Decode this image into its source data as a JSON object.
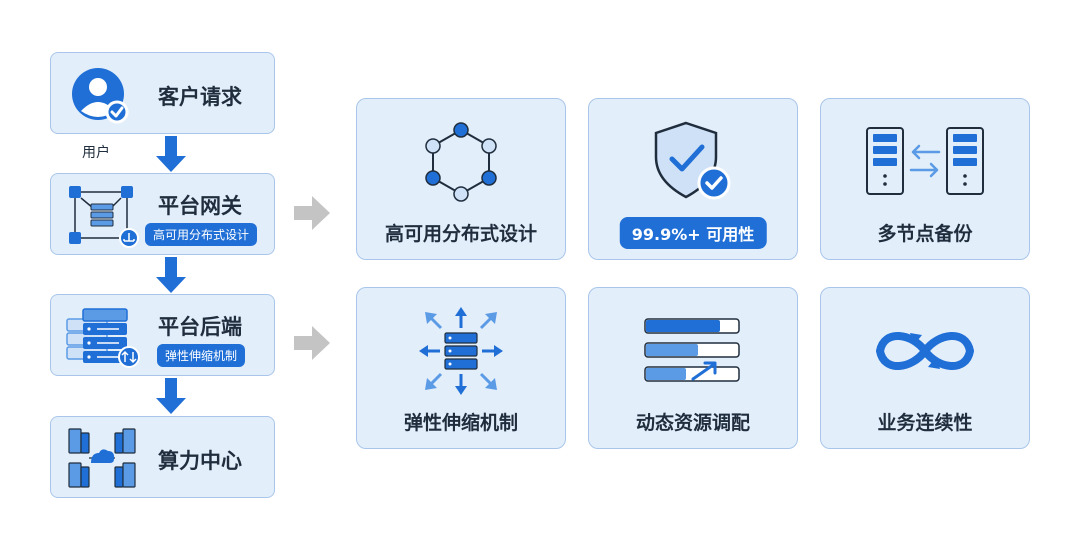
{
  "flow": {
    "request": {
      "title": "客户请求",
      "side_label": "用户"
    },
    "gateway": {
      "title": "平台网关",
      "badge": "高可用分布式设计"
    },
    "backend": {
      "title": "平台后端",
      "badge": "弹性伸缩机制"
    },
    "compute": {
      "title": "算力中心"
    }
  },
  "features": {
    "row1": [
      {
        "label": "高可用分布式设计",
        "icon": "hexagon-network-icon"
      },
      {
        "label": "99.9%+ 可用性",
        "icon": "shield-check-icon"
      },
      {
        "label": "多节点备份",
        "icon": "server-sync-icon"
      }
    ],
    "row2": [
      {
        "label": "弹性伸缩机制",
        "icon": "server-expand-icon"
      },
      {
        "label": "动态资源调配",
        "icon": "progress-bars-icon"
      },
      {
        "label": "业务连续性",
        "icon": "infinity-icon"
      }
    ]
  },
  "colors": {
    "accent": "#1f6fd6",
    "box_fill": "#e3eefb",
    "box_border": "#a9c6ea",
    "arrow_grey": "#c4c4c4"
  }
}
